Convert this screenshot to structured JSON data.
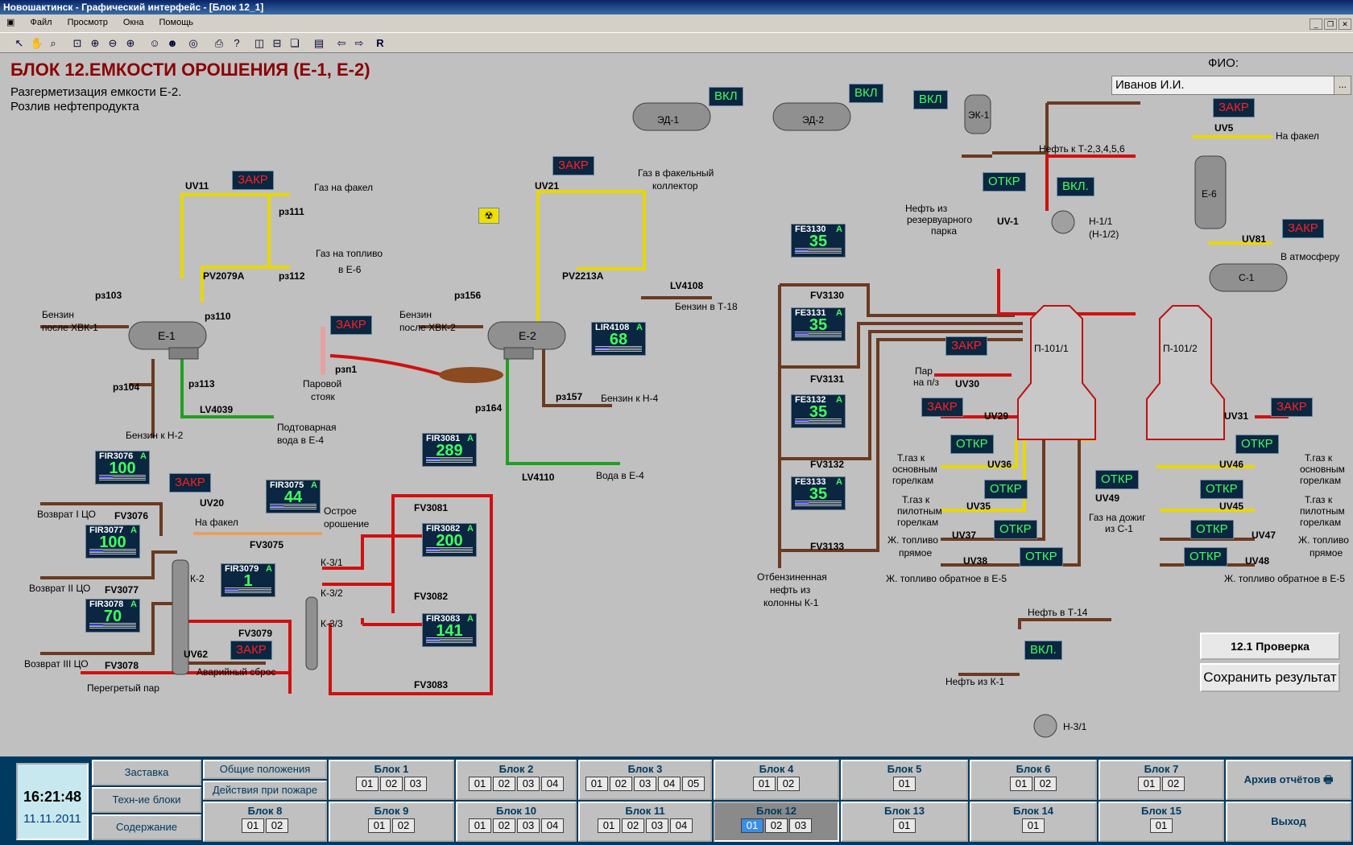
{
  "window": {
    "title": "Новошактинск - Графический интерфейс - [Блок 12_1]"
  },
  "menu": [
    "Файл",
    "Просмотр",
    "Окна",
    "Помощь"
  ],
  "header": {
    "title": "БЛОК 12.ЕМКОСТИ ОРОШЕНИЯ (Е-1, Е-2)",
    "line1": "Разгерметизация емкости Е-2.",
    "line2": "Розлив нефтепродукта",
    "fio_label": "ФИО:",
    "fio_value": "Иванов И.И.",
    "fio_button": "..."
  },
  "status": {
    "vkl": "ВКЛ",
    "vkl2": "ВКЛ.",
    "zakr": "ЗАКР",
    "otkr": "ОТКР"
  },
  "equipment": {
    "ed1": "ЭД-1",
    "ed2": "ЭД-2",
    "ek1": "ЭК-1",
    "e1": "Е-1",
    "e2": "Е-2",
    "e6": "Е-6",
    "c1": "С-1",
    "k2": "К-2",
    "k31": "К-3/1",
    "k32": "К-3/2",
    "k33": "К-3/3",
    "p1011": "П-101/1",
    "p1012": "П-101/2",
    "n11": "Н-1/1",
    "n12": "(Н-1/2)",
    "n31": "Н-3/1"
  },
  "labels": {
    "uv11": "UV11",
    "uv21": "UV21",
    "uv5": "UV5",
    "uv1": "UV-1",
    "uv81": "UV81",
    "uv20": "UV20",
    "uv62": "UV62",
    "uv30": "UV30",
    "uv29": "UV29",
    "uv31": "UV31",
    "uv36": "UV36",
    "uv35": "UV35",
    "uv37": "UV37",
    "uv38": "UV38",
    "uv46": "UV46",
    "uv45": "UV45",
    "uv47": "UV47",
    "uv48": "UV48",
    "uv49": "UV49",
    "pz111": "рз111",
    "pz112": "рз112",
    "pz110": "рз110",
    "pz103": "рз103",
    "pz104": "рз104",
    "pz113": "рз113",
    "pz156": "рз156",
    "pz157": "рз157",
    "pz164": "рз164",
    "pzp1": "рзп1",
    "pv2079a": "PV2079A",
    "pv2213a": "PV2213A",
    "lv4039": "LV4039",
    "lv4108": "LV4108",
    "lv4110": "LV4110",
    "fv3130": "FV3130",
    "fv3131": "FV3131",
    "fv3132": "FV3132",
    "fv3133": "FV3133",
    "fv3081": "FV3081",
    "fv3082": "FV3082",
    "fv3083": "FV3083",
    "fv3076": "FV3076",
    "fv3077": "FV3077",
    "fv3078": "FV3078",
    "fv3075": "FV3075",
    "fv3079": "FV3079",
    "gas_fakel": "Газ на факел",
    "gas_fakel_col1": "Газ в факельный",
    "gas_fakel_col2": "коллектор",
    "gas_top1": "Газ на топливо",
    "gas_top2": "в Е-6",
    "benz_hvk1a": "Бензин",
    "benz_hvk1b": "после ХВК-1",
    "benz_hvk2a": "Бензин",
    "benz_hvk2b": "после ХВК-2",
    "benz_n2": "Бензин к Н-2",
    "benz_n4": "Бензин к Н-4",
    "benz_t18": "Бензин в Т-18",
    "podt1": "Подтоварная",
    "podt2": "вода в Е-4",
    "voda_e4": "Вода в Е-4",
    "par1": "Паровой",
    "par2": "стояк",
    "neft_t2": "Нефть к Т-2,3,4,5,6",
    "neft_rez1": "Нефть из",
    "neft_rez2": "резервуарного",
    "neft_rez3": "парка",
    "na_fakel": "На факел",
    "v_atm": "В атмосферу",
    "par_pz1": "Пар",
    "par_pz2": "на п/з",
    "tgaz1": "Т.газ к",
    "tgaz2": "основным",
    "tgaz3": "горелкам",
    "tgazp1": "Т.газ к",
    "tgazp2": "пилотным",
    "tgazp3": "горелкам",
    "zhtop1": "Ж. топливо",
    "zhtop2": "прямое",
    "zhobr": "Ж. топливо обратное в Е-5",
    "gaz_dozh1": "Газ на дожиг",
    "gaz_dozh2": "из С-1",
    "otb1": "Отбензиненная",
    "otb2": "нефть из",
    "otb3": "колонны К-1",
    "vozv1": "Возврат I ЦО",
    "vozv2": "Возврат II ЦО",
    "vozv3": "Возврат III ЦО",
    "ostr1": "Острое",
    "ostr2": "орошение",
    "avar": "Аварийный сброс",
    "pereg": "Перегретый пар",
    "neft_t14": "Нефть в Т-14",
    "neft_k1": "Нефть из К-1"
  },
  "meters": [
    {
      "tag": "FE3130",
      "value": "35",
      "mode": "A"
    },
    {
      "tag": "FE3131",
      "value": "35",
      "mode": "A"
    },
    {
      "tag": "FE3132",
      "value": "35",
      "mode": "A"
    },
    {
      "tag": "FE3133",
      "value": "35",
      "mode": "A"
    },
    {
      "tag": "LIR4108",
      "value": "68",
      "mode": "A"
    },
    {
      "tag": "FIR3076",
      "value": "100",
      "mode": "A"
    },
    {
      "tag": "FIR3077",
      "value": "100",
      "mode": "A"
    },
    {
      "tag": "FIR3078",
      "value": "70",
      "mode": "A"
    },
    {
      "tag": "FIR3075",
      "value": "44",
      "mode": "A"
    },
    {
      "tag": "FIR3079",
      "value": "1",
      "mode": "A"
    },
    {
      "tag": "FIR3081",
      "value": "289",
      "mode": "A"
    },
    {
      "tag": "FIR3082",
      "value": "200",
      "mode": "A"
    },
    {
      "tag": "FIR3083",
      "value": "141",
      "mode": "A"
    }
  ],
  "panel": {
    "check": "12.1 Проверка",
    "save": "Сохранить результат"
  },
  "toolbar_r": "R",
  "bottom": {
    "time": "16:21:48",
    "date": "11.11.2011",
    "nav": [
      "Заставка",
      "Техн-ие блоки",
      "Содержание"
    ],
    "general": [
      "Общие положения",
      "Действия при пожаре"
    ],
    "archive": "Архив отчётов",
    "exit": "Выход",
    "blocks": [
      {
        "name": "Блок 1",
        "subs": [
          "01",
          "02",
          "03"
        ]
      },
      {
        "name": "Блок 2",
        "subs": [
          "01",
          "02",
          "03",
          "04"
        ]
      },
      {
        "name": "Блок 3",
        "subs": [
          "01",
          "02",
          "03",
          "04",
          "05"
        ]
      },
      {
        "name": "Блок 4",
        "subs": [
          "01",
          "02"
        ]
      },
      {
        "name": "Блок 5",
        "subs": [
          "01"
        ]
      },
      {
        "name": "Блок 6",
        "subs": [
          "01",
          "02"
        ]
      },
      {
        "name": "Блок 7",
        "subs": [
          "01",
          "02"
        ]
      },
      {
        "name": "Блок 8",
        "subs": [
          "01",
          "02"
        ]
      },
      {
        "name": "Блок 9",
        "subs": [
          "01",
          "02"
        ]
      },
      {
        "name": "Блок 10",
        "subs": [
          "01",
          "02",
          "03",
          "04"
        ]
      },
      {
        "name": "Блок 11",
        "subs": [
          "01",
          "02",
          "03",
          "04"
        ]
      },
      {
        "name": "Блок 12",
        "subs": [
          "01",
          "02",
          "03"
        ]
      },
      {
        "name": "Блок 13",
        "subs": [
          "01"
        ]
      },
      {
        "name": "Блок 14",
        "subs": [
          "01"
        ]
      },
      {
        "name": "Блок 15",
        "subs": [
          "01"
        ]
      }
    ]
  }
}
